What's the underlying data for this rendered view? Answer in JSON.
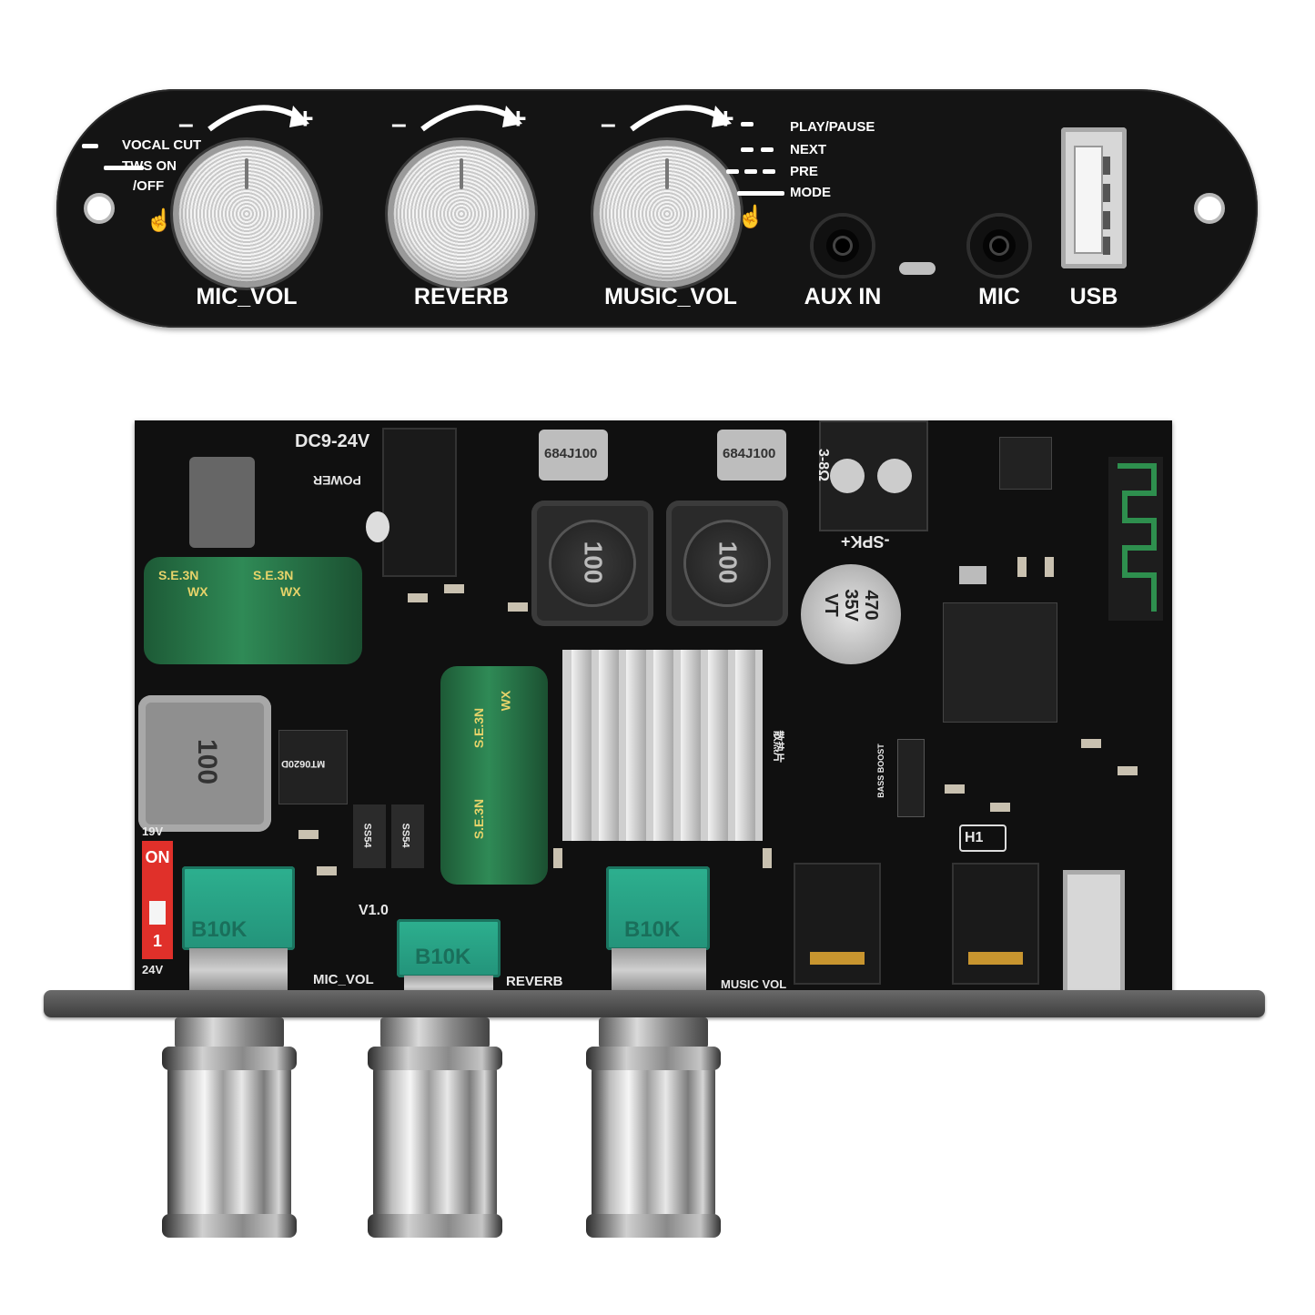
{
  "panel": {
    "knobs": [
      {
        "label": "MIC_VOL",
        "minus": "–",
        "plus": "+"
      },
      {
        "label": "REVERB",
        "minus": "–",
        "plus": "+"
      },
      {
        "label": "MUSIC_VOL",
        "minus": "–",
        "plus": "+"
      }
    ],
    "mic_vol_legend": {
      "line1": "VOCAL CUT",
      "line2": "TWS ON",
      "line3": "/OFF"
    },
    "music_vol_legend": {
      "play": "PLAY/PAUSE",
      "next": "NEXT",
      "pre": "PRE",
      "mode": "MODE"
    },
    "ports": {
      "aux": "AUX IN",
      "mic": "MIC",
      "usb": "USB"
    },
    "touch_icon": "hand-pointer-icon"
  },
  "board": {
    "power_in": "DC9-24V",
    "power": "POWER",
    "speaker": "-SPK+",
    "impedance": "3-8Ω",
    "film_cap": "684J100",
    "inductor_small": "100",
    "inductor_large": "100",
    "electrolytic": "S.E.3N",
    "electrolytic_sub": "WX",
    "cap_470": {
      "line1": "470",
      "line2": "35V",
      "line3": "VT"
    },
    "version": "V1.0",
    "switch": {
      "on": "ON",
      "one": "1",
      "top": "19V",
      "bottom": "24V"
    },
    "pots": [
      {
        "marking": "B10K",
        "label": "MIC_VOL"
      },
      {
        "marking": "B10K",
        "label": "REVERB"
      },
      {
        "marking": "B10K",
        "label": "MUSIC VOL"
      }
    ],
    "heatsink_text": "散热片",
    "bass_boost": "BASS BOOST",
    "h1": "H1",
    "mosfet": "MT0620D",
    "diode_text": "SS54",
    "colors": {
      "board": "#101010",
      "pot": "#2db08f",
      "cap": "#2f8a56",
      "switch": "#e0302a"
    }
  }
}
